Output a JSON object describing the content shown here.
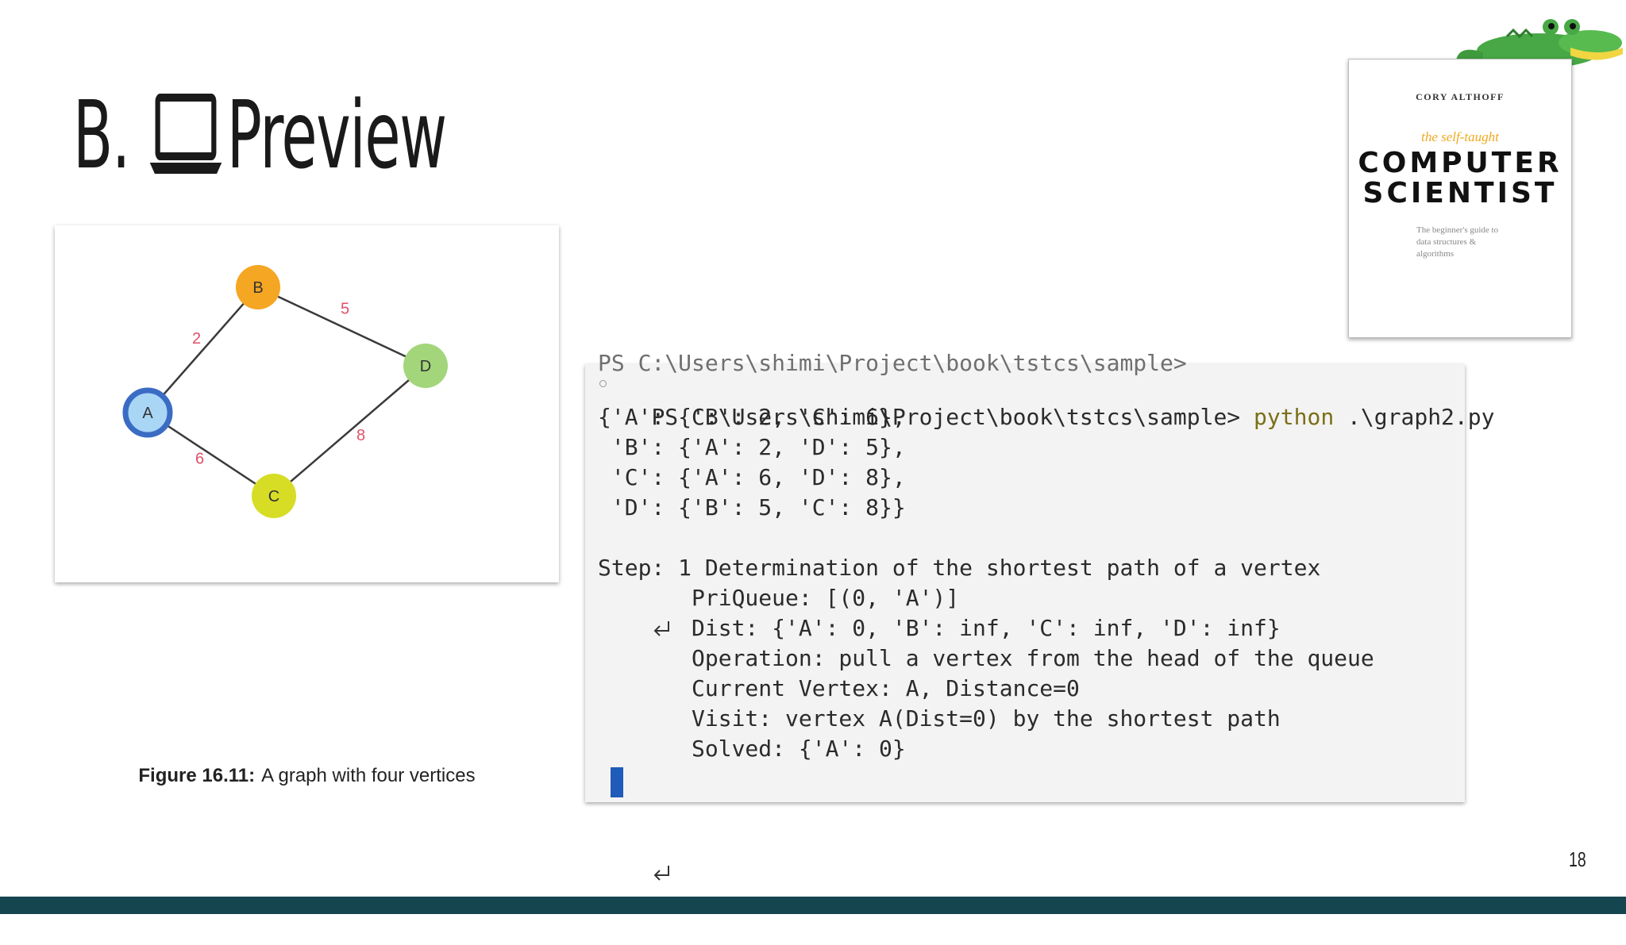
{
  "slide": {
    "title_prefix": "B.",
    "title_icon": "laptop-icon",
    "title_text": "Preview",
    "page_number": "18"
  },
  "figure": {
    "caption_label": "Figure 16.11:",
    "caption_text": "A graph with four vertices",
    "nodes": [
      {
        "id": "A",
        "color": "#a9d6f5",
        "ring_color": "#3b6cc4"
      },
      {
        "id": "B",
        "color": "#f5a623"
      },
      {
        "id": "C",
        "color": "#d7dd25"
      },
      {
        "id": "D",
        "color": "#a3d67b"
      }
    ],
    "edges": [
      {
        "from": "A",
        "to": "B",
        "weight": "2"
      },
      {
        "from": "B",
        "to": "D",
        "weight": "5"
      },
      {
        "from": "A",
        "to": "C",
        "weight": "6"
      },
      {
        "from": "C",
        "to": "D",
        "weight": "8"
      }
    ],
    "weight_color": "#e0506a"
  },
  "terminal": {
    "prompt": "PS C:\\Users\\shimi\\Project\\book\\tstcs\\sample>",
    "command": "python",
    "argument": ".\\graph2.py",
    "command_color": "#7b6f16",
    "output_lines": [
      "{'A': {'B': 2, 'C': 6},",
      " 'B': {'A': 2, 'D': 5},",
      " 'C': {'A': 6, 'D': 8},",
      " 'D': {'B': 5, 'C': 8}}",
      "",
      "Step: 1 Determination of the shortest path of a vertex",
      "       PriQueue: [(0, 'A')]",
      "       Dist: {'A': 0, 'B': inf, 'C': inf, 'D': inf}",
      "       Operation: pull a vertex from the head of the queue",
      "       Current Vertex: A, Distance=0",
      "       Visit: vertex A(Dist=0) by the shortest path",
      "       Solved: {'A': 0}"
    ],
    "cursor_color": "#1f5bb8"
  },
  "book": {
    "author": "CORY ALTHOFF",
    "kicker": "the self-taught",
    "title_line1": "COMPUTER",
    "title_line2": "SCIENTIST",
    "subtitle": "The beginner's guide to data structures & algorithms",
    "mascot": "crocodile-icon"
  },
  "colors": {
    "bottom_bar": "#15454f",
    "accent_orange": "#f0a81e"
  }
}
